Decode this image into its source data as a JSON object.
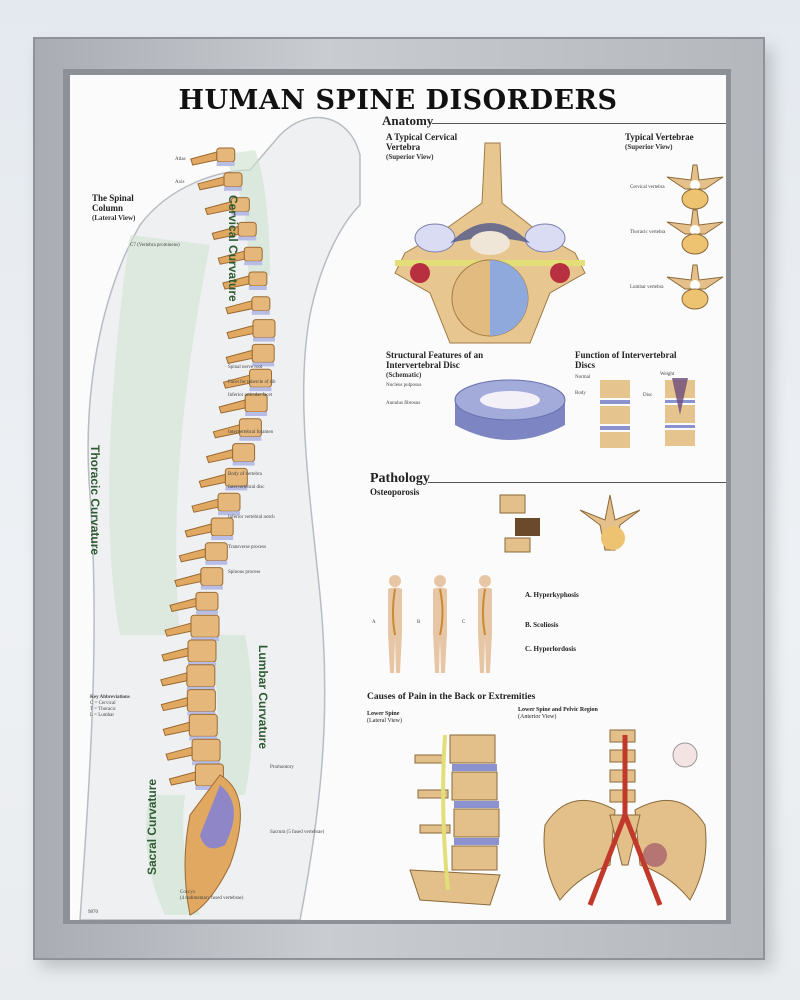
{
  "poster": {
    "title": "HUMAN SPINE DISORDERS",
    "left": {
      "column_title": "The Spinal Column",
      "column_sub": "(Lateral View)",
      "atlas": "Atlas",
      "axis": "Axis",
      "c7": "C7 (Vertebra prominens)",
      "curvatures": [
        "Cervical Curvature",
        "Thoracic Curvature",
        "Lumbar Curvature",
        "Sacral Curvature"
      ],
      "labels": [
        "Spinal nerve root",
        "Facet for tubercle of rib",
        "Inferior articular facet",
        "Intervertebral foramen",
        "Body of vertebra",
        "Intervertebral disc",
        "Inferior vertebral notch",
        "Transverse process",
        "Spinous process",
        "Promontory",
        "Sacrum (5 fused vertebrae)"
      ],
      "coccyx": "Coccyx",
      "coccyx_sub": "(4 rudimentary fused vertebrae)",
      "key_title": "Key Abbreviations",
      "key": [
        "C = Cervical",
        "T = Thoracic",
        "L = Lumbar"
      ],
      "catalog": "9870"
    },
    "anatomy": {
      "heading": "Anatomy",
      "cervical_title": "A Typical Cervical Vertebra",
      "cervical_sub": "(Superior View)",
      "typical_title": "Typical Vertebrae",
      "typical_sub": "(Superior View)",
      "typical_labels": [
        "Cervical vertebra",
        "Thoracic vertebra",
        "Lumbar vertebra"
      ],
      "disc_title": "Structural Features of an Intervertebral Disc",
      "disc_sub": "(Schematic)",
      "disc_labels": [
        "Nucleus pulposus",
        "Annulus fibrosus"
      ],
      "function_title": "Function of Intervertebral Discs",
      "function_labels": [
        "Normal",
        "Weight",
        "Body",
        "Disc"
      ]
    },
    "pathology": {
      "heading": "Pathology",
      "osteo_title": "Osteoporosis",
      "items": [
        {
          "title": "A. Hyperkyphosis"
        },
        {
          "title": "B. Scoliosis"
        },
        {
          "title": "C. Hyperlordosis"
        }
      ],
      "figure_letters": [
        "A",
        "B",
        "C"
      ]
    },
    "pain": {
      "heading": "Causes of Pain in the Back or Extremities",
      "lower_title": "Lower Spine",
      "lower_sub": "(Lateral View)",
      "pelvic_title": "Lower Spine and Pelvic Region",
      "pelvic_sub": "(Anterior View)"
    }
  }
}
